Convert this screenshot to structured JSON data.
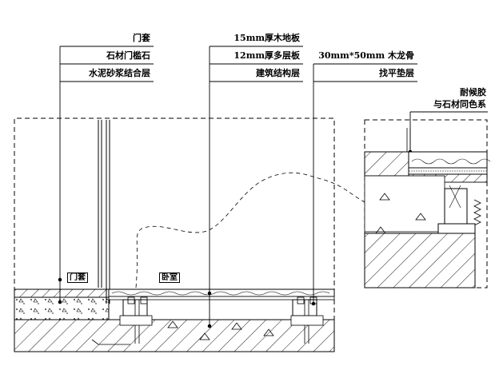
{
  "callouts": {
    "left": {
      "line1": "门套",
      "line2": "石材门槛石",
      "line3": "水泥砂浆结合层"
    },
    "middle": {
      "line1": "15mm厚木地板",
      "line2": "12mm厚多层板",
      "line3": "建筑结构层"
    },
    "right": {
      "line1": "30mm*50mm 木龙骨",
      "line2": "找平垫层"
    },
    "detail": {
      "line1": "耐候胶",
      "line2": "与石材同色系"
    }
  },
  "tags": {
    "door_cover": "门套",
    "bedroom": "卧室"
  },
  "colors": {
    "line": "#000000",
    "background": "#ffffff"
  }
}
